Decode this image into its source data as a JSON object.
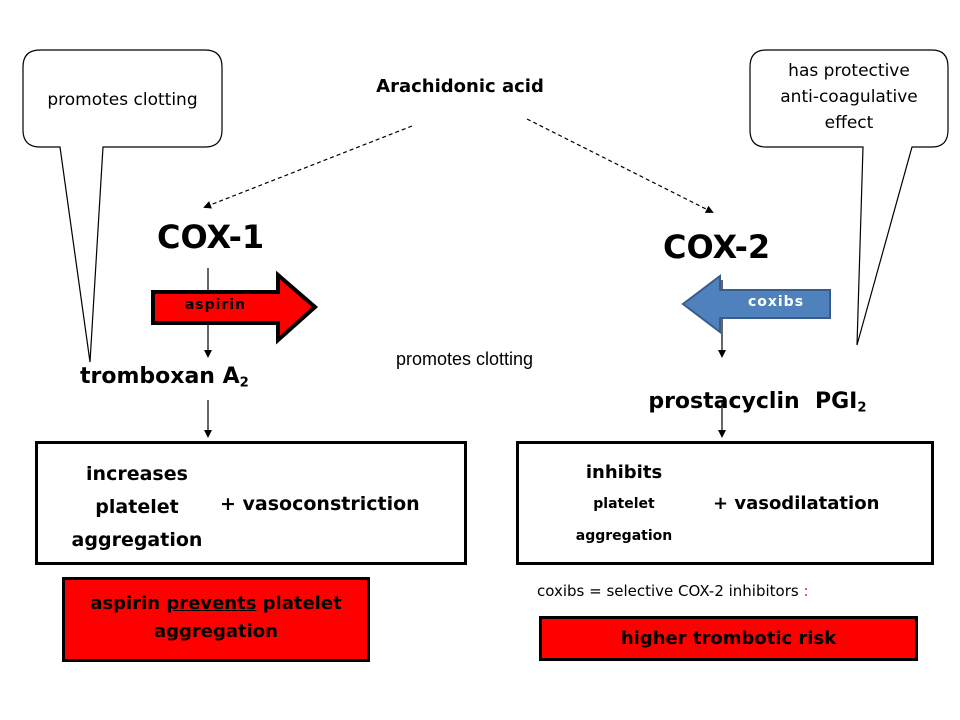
{
  "source": {
    "label": "Arachidonic acid"
  },
  "callouts": {
    "left": {
      "text": "promotes clotting"
    },
    "right": {
      "line1": "has protective",
      "line2": "anti-coagulative",
      "line3": "effect"
    }
  },
  "enzymes": {
    "cox1": "COX-1",
    "cox2": "COX-2"
  },
  "drugs": {
    "aspirin": "aspirin",
    "coxibs": "coxibs"
  },
  "center_note": "promotes clotting",
  "products": {
    "left": {
      "text": "tromboxan A",
      "sub": "2"
    },
    "right": {
      "text": "prostacyclin  PGI",
      "sub": "2"
    }
  },
  "effects": {
    "left": {
      "line1": "increases",
      "line2": "platelet",
      "line3": "aggregation",
      "extra": "+ vasoconstriction"
    },
    "right": {
      "line1": "inhibits",
      "line2": "platelet",
      "line3": "aggregation",
      "extra": "+ vasodilatation"
    }
  },
  "conclusions": {
    "left": {
      "pre": "aspirin ",
      "underlined": "prevents",
      "post": " platelet",
      "line2": "aggregation"
    },
    "right_note": "coxibs = selective COX-2 inhibitors",
    "right_note_colon": ":",
    "right": "higher trombotic risk"
  },
  "colors": {
    "red": "#ff0000",
    "blue": "#4f81bd",
    "colon": "#ff0066"
  }
}
